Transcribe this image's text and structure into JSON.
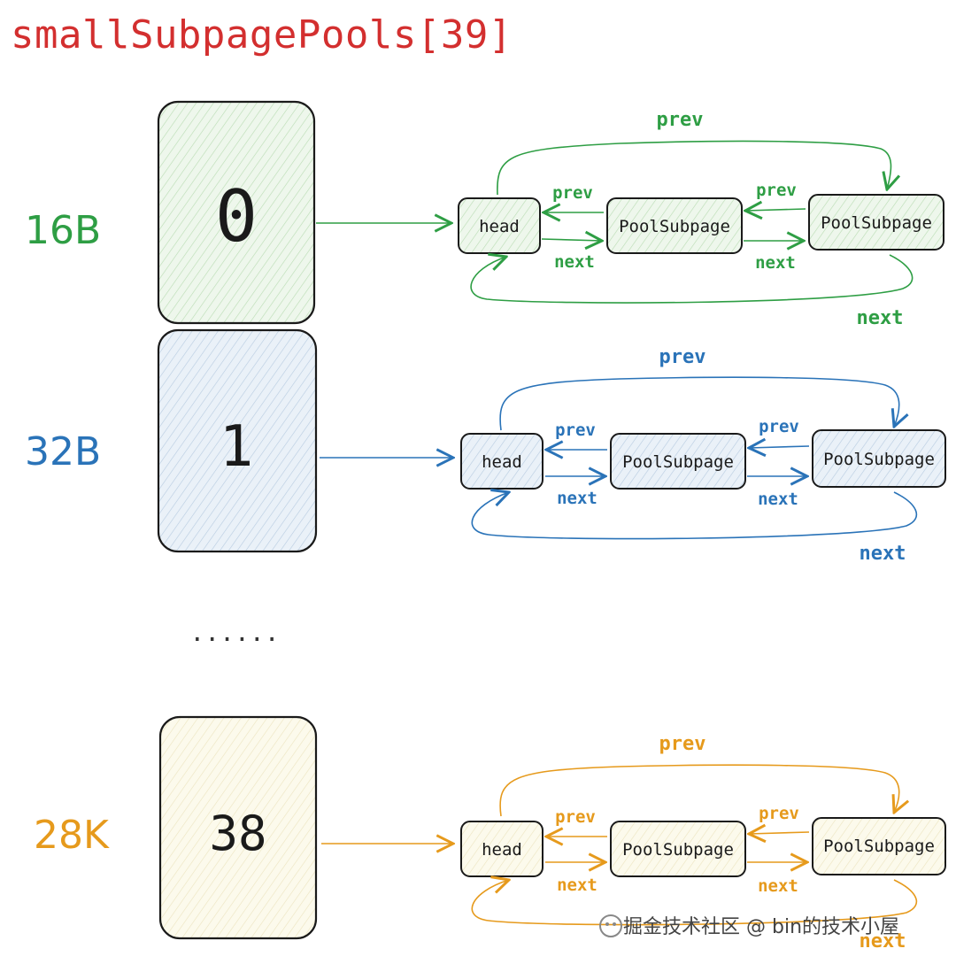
{
  "title": "smallSubpagePools[39]",
  "ellipsis": "......",
  "watermark": "掘金技术社区 @ bin的技术小屋",
  "colors": {
    "title": "#d32f2f",
    "green": "#2e9e44",
    "blue": "#2a73b8",
    "orange": "#e69a1c",
    "green_fill": "#eaf5e8",
    "blue_fill": "#e6eef7",
    "orange_fill": "#fbf8e6",
    "stroke": "#1a1a1a"
  },
  "rows": [
    {
      "size": "16B",
      "index": "0",
      "color": "green",
      "nodes": [
        "head",
        "PoolSubpage",
        "PoolSubpage"
      ],
      "prev_top": "prev",
      "prev_1": "prev",
      "prev_2": "prev",
      "next_1": "next",
      "next_2": "next",
      "next_bottom": "next"
    },
    {
      "size": "32B",
      "index": "1",
      "color": "blue",
      "nodes": [
        "head",
        "PoolSubpage",
        "PoolSubpage"
      ],
      "prev_top": "prev",
      "prev_1": "prev",
      "prev_2": "prev",
      "next_1": "next",
      "next_2": "next",
      "next_bottom": "next"
    },
    {
      "size": "28K",
      "index": "38",
      "color": "orange",
      "nodes": [
        "head",
        "PoolSubpage",
        "PoolSubpage"
      ],
      "prev_top": "prev",
      "prev_1": "prev",
      "prev_2": "prev",
      "next_1": "next",
      "next_2": "next",
      "next_bottom": "next"
    }
  ]
}
